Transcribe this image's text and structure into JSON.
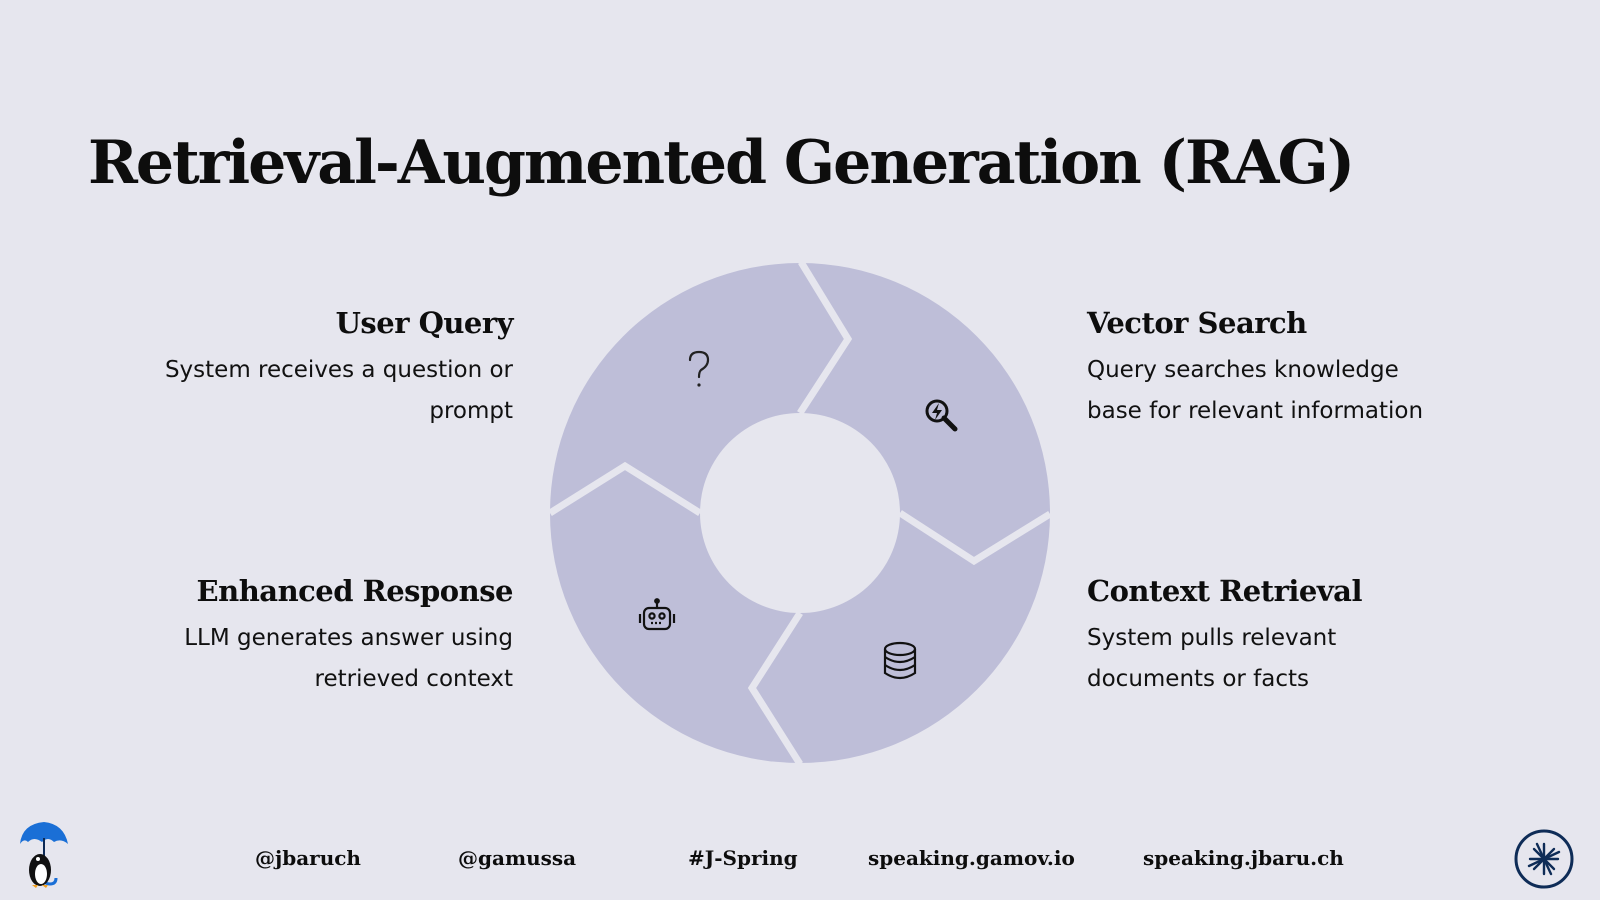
{
  "slide": {
    "title": "Retrieval-Augmented Generation (RAG)"
  },
  "steps": [
    {
      "title": "User Query",
      "text": "System receives a question or prompt",
      "icon": "question-icon"
    },
    {
      "title": "Vector Search",
      "text": "Query searches knowledge base for relevant information",
      "icon": "search-bolt-icon"
    },
    {
      "title": "Context Retrieval",
      "text": "System pulls relevant documents or facts",
      "icon": "database-icon"
    },
    {
      "title": "Enhanced Response",
      "text": "LLM generates answer using retrieved context",
      "icon": "robot-icon"
    }
  ],
  "footer": {
    "links": [
      "@jbaruch",
      "@gamussa",
      "#J-Spring",
      "speaking.gamov.io",
      "speaking.jbaru.ch"
    ],
    "left_logo": "penguin-umbrella-logo",
    "right_logo": "confluent-logo"
  },
  "colors": {
    "background": "#e6e6ee",
    "segment": "#bebed8",
    "text": "#0d0d0d",
    "logo_blue": "#1a6fd6",
    "logo_navy": "#0e2c57"
  }
}
